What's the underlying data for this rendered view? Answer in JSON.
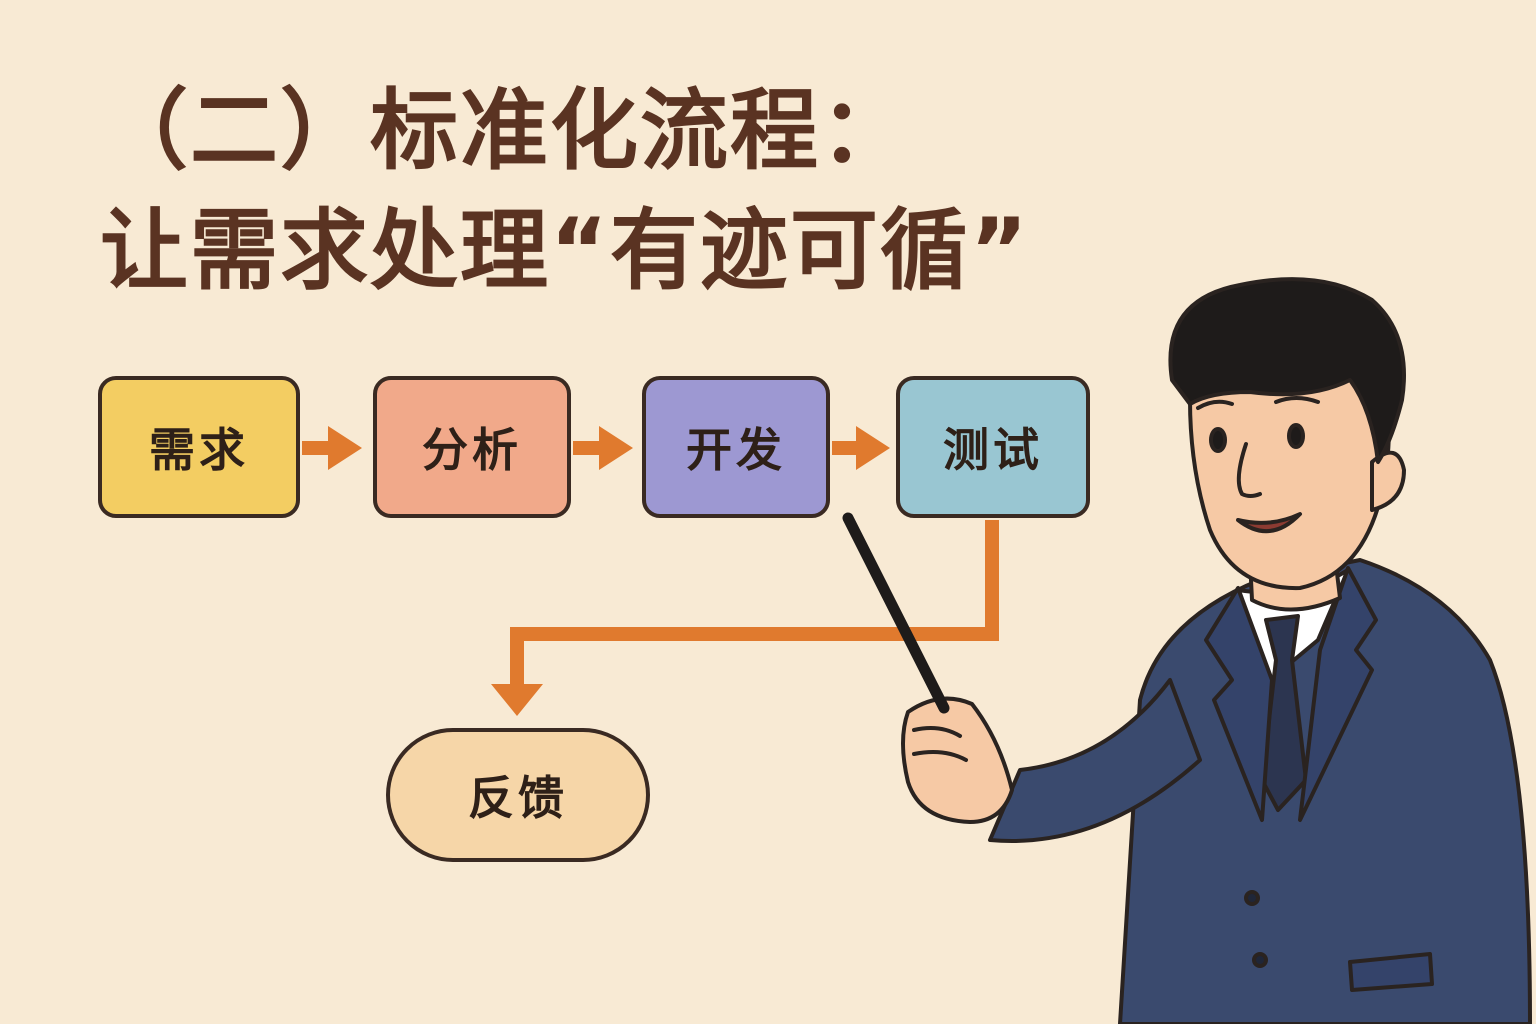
{
  "title": {
    "line1": "（二）标准化流程：",
    "line2": "让需求处理“有迹可循”"
  },
  "flow": {
    "steps": [
      {
        "label": "需求"
      },
      {
        "label": "分析"
      },
      {
        "label": "开发"
      },
      {
        "label": "测试"
      }
    ],
    "feedback": {
      "label": "反馈"
    }
  },
  "colors": {
    "background": "#f8ead4",
    "title": "#5a3322",
    "arrow": "#e07a2e",
    "step_requirement": "#f3cd62",
    "step_analysis": "#f1a98a",
    "step_development": "#9d98d2",
    "step_testing": "#99c6d2",
    "feedback": "#f6d6a8",
    "suit": "#3a4a6e"
  },
  "illustration": {
    "presenter": "presenter-with-pointer-icon"
  }
}
